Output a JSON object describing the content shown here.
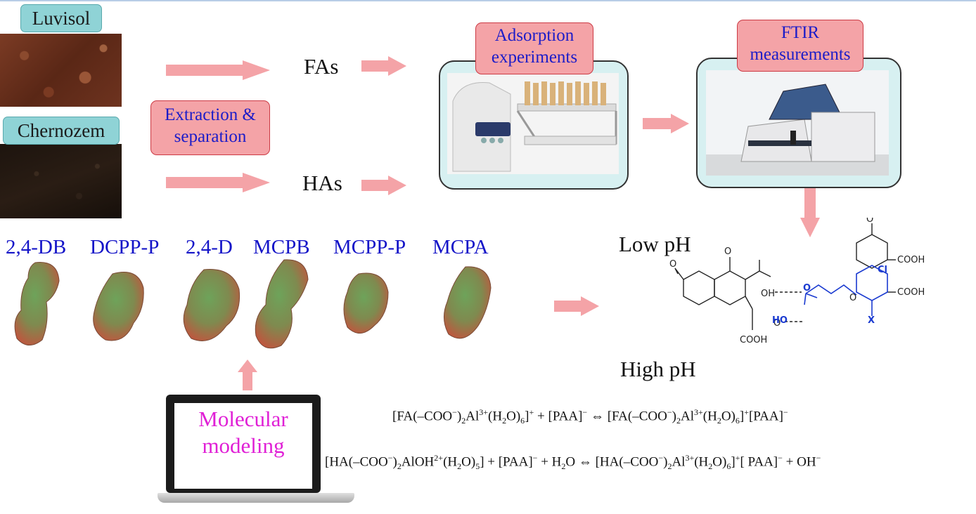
{
  "soils": [
    {
      "name": "Luvisol",
      "color": "#6a2f1c"
    },
    {
      "name": "Chernozem",
      "color": "#1e150f"
    }
  ],
  "extraction_label": [
    "Extraction &",
    "separation"
  ],
  "fractions": [
    "FAs",
    "HAs"
  ],
  "adsorption_label": [
    "Adsorption",
    "experiments"
  ],
  "ftir_label": [
    "FTIR",
    "measurements"
  ],
  "herbicides": [
    "2,4-DB",
    "DCPP-P",
    "2,4-D",
    "MCPB",
    "MCPP-P",
    "MCPA"
  ],
  "ph_labels": {
    "low": "Low pH",
    "high": "High pH"
  },
  "structure_labels": {
    "cooh": "COOH",
    "oh": "OH",
    "ho": "HO",
    "o": "O",
    "cl": "Cl",
    "x": "X"
  },
  "modeling_label": [
    "Molecular",
    "modeling"
  ],
  "equations": {
    "eq1": {
      "lhs_a": "[FA(–COO",
      "lhs_sup1": "−",
      "lhs_b": ")",
      "lhs_sub1": "2",
      "lhs_c": "Al",
      "lhs_sup2": "3+",
      "lhs_d": "(H",
      "lhs_sub2": "2",
      "lhs_e": "O)",
      "lhs_sub3": "6",
      "lhs_f": "]",
      "lhs_sup3": "+",
      "lhs_g": " + [PAA]",
      "lhs_sup4": "−",
      "arrow": " ⇔ ",
      "rhs_a": "[FA(–COO",
      "rhs_sup1": "−",
      "rhs_b": ")",
      "rhs_sub1": "2",
      "rhs_c": "Al",
      "rhs_sup2": "3+",
      "rhs_d": "(H",
      "rhs_sub2": "2",
      "rhs_e": "O)",
      "rhs_sub3": "6",
      "rhs_f": "]",
      "rhs_sup3": "+",
      "rhs_g": "[PAA]",
      "rhs_sup4": "−"
    },
    "eq2": {
      "lhs_a": "[HA(–COO",
      "lhs_sup1": "−",
      "lhs_b": ")",
      "lhs_sub1": "2",
      "lhs_c": "AlOH",
      "lhs_sup2": "2+",
      "lhs_d": "(H",
      "lhs_sub2": "2",
      "lhs_e": "O)",
      "lhs_sub3": "5",
      "lhs_f": "] + [PAA]",
      "lhs_sup3": "−",
      "lhs_g": " + H",
      "lhs_sub4": "2",
      "lhs_h": "O",
      "arrow": " ⇔ ",
      "rhs_a": "[HA(–COO",
      "rhs_sup1": "−",
      "rhs_b": ")",
      "rhs_sub1": "2",
      "rhs_c": "Al",
      "rhs_sup2": "3+",
      "rhs_d": "(H",
      "rhs_sub2": "2",
      "rhs_e": "O)",
      "rhs_sub3": "6",
      "rhs_f": "]",
      "rhs_sup3": "+",
      "rhs_g": "[ PAA]",
      "rhs_sup4": "−",
      "rhs_h": " + OH",
      "rhs_sup5": "−"
    }
  },
  "colors": {
    "arrow": "#f4a3a7",
    "teal_frame": "#d7f0f1",
    "label_blue": "#1414c8",
    "modeling_magenta": "#e020d6",
    "structure_blue": "#1a3ad0"
  }
}
